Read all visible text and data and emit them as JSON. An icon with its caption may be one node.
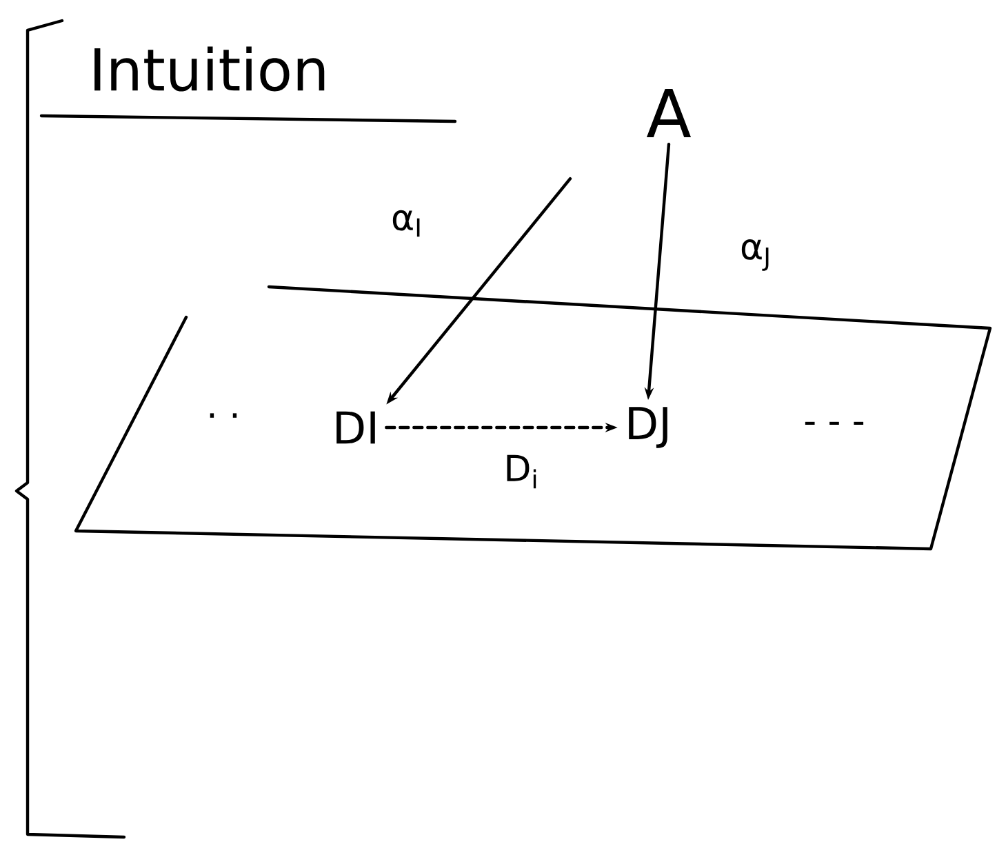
{
  "diagram": {
    "title": "Intuition",
    "nodes": [
      {
        "text": [
          "A"
        ]
      },
      {
        "text": [],
        "shape": "box"
      },
      {
        "text": [
          "DI"
        ],
        "in": 1
      },
      {
        "text": [
          "DJ"
        ],
        "in": 1
      }
    ],
    "edges": [
      {
        "from": 0,
        "to": 2,
        "arrow": "to",
        "label": "α$_{I}$"
      },
      {
        "from": 0,
        "to": 3,
        "arrow": "to",
        "label": "α$_{J}$"
      },
      {
        "from": 2,
        "to": 3,
        "arrow": "to",
        "label": "D$_{i}$",
        "style": "dashed"
      }
    ],
    "labels": [
      "· ·",
      "- - -"
    ]
  }
}
